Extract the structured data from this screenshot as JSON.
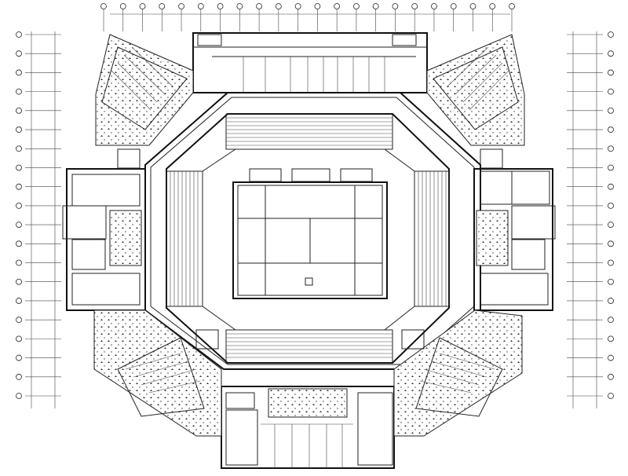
{
  "drawing": {
    "court_label": "",
    "top_axis_count": 22,
    "left_axis_count": 20,
    "right_axis_count": 20,
    "colors": {
      "line": "#222222",
      "background": "#ffffff"
    }
  }
}
